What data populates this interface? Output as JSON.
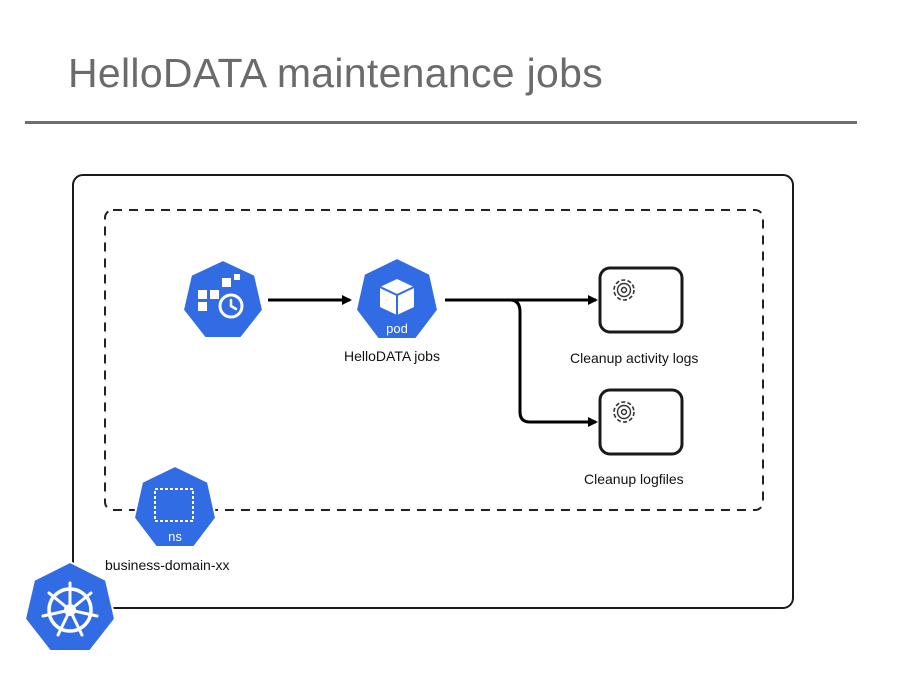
{
  "page": {
    "title": "HelloDATA maintenance jobs"
  },
  "diagram": {
    "cronjob": {
      "icon": "kubernetes-cronjob-icon"
    },
    "pod": {
      "badge": "pod",
      "label": "HelloDATA jobs",
      "icon": "kubernetes-pod-icon"
    },
    "tasks": [
      {
        "label": "Cleanup activity logs",
        "icon": "gear-icon"
      },
      {
        "label": "Cleanup logfiles",
        "icon": "gear-icon"
      }
    ],
    "namespace": {
      "badge": "ns",
      "label": "business-domain-xx",
      "icon": "kubernetes-namespace-icon"
    },
    "cluster": {
      "icon": "kubernetes-helm-wheel-icon"
    },
    "colors": {
      "kube_blue": "#326ce5",
      "line": "#000000",
      "title": "#6b6b6b"
    }
  }
}
